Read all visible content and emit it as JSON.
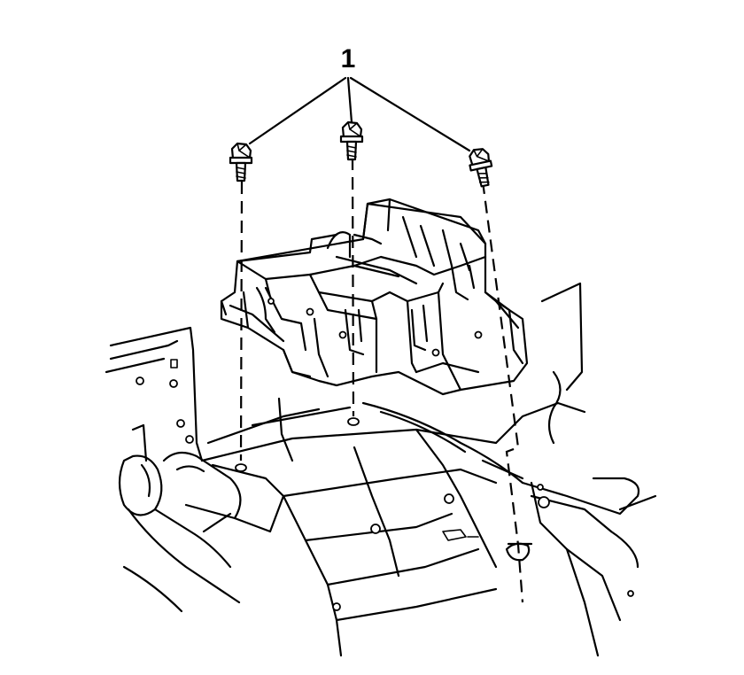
{
  "callout": {
    "number": "1"
  },
  "colors": {
    "line": "#000000",
    "background": "#ffffff"
  },
  "parts": {
    "bolts": [
      "bolt-left",
      "bolt-center",
      "bolt-right"
    ],
    "bracket": "fuse-block-bracket",
    "body": "vehicle-body-structure"
  }
}
